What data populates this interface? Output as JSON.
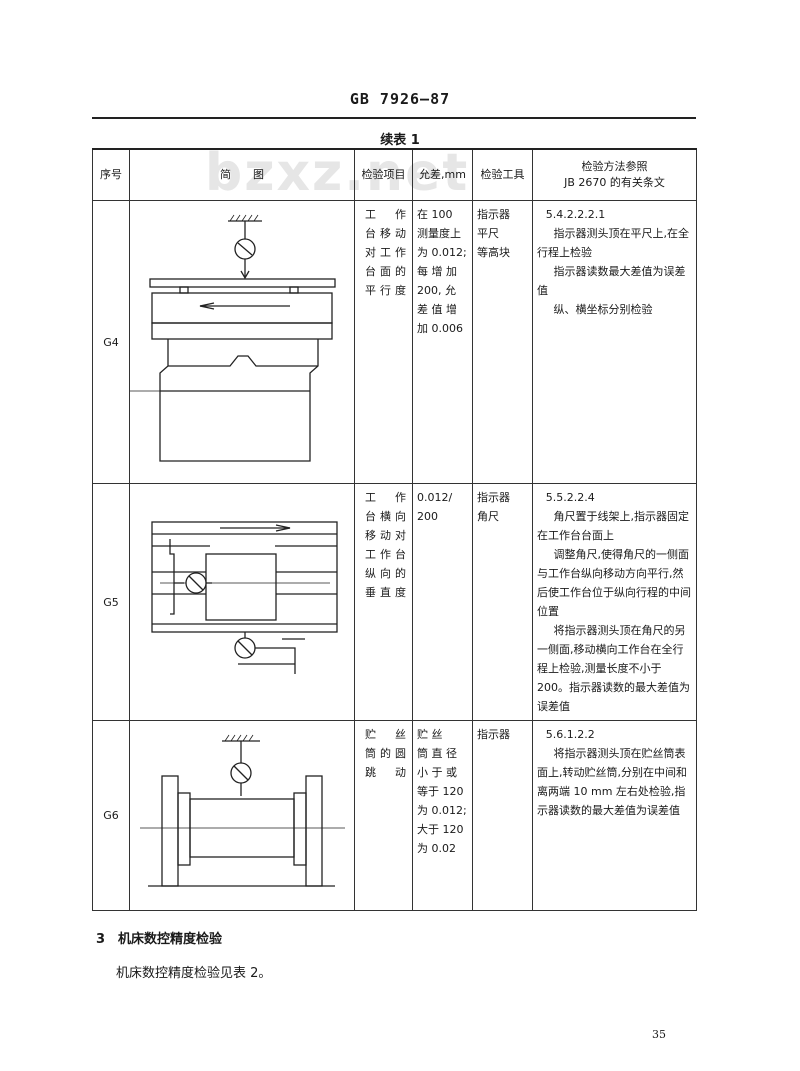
{
  "header": {
    "standard_no": "GB 7926—87"
  },
  "table": {
    "caption": "续表 1",
    "watermark": "bzxz.net",
    "columns": {
      "no": "序号",
      "figure": "简　　图",
      "item": "检验项目",
      "tolerance": "允差,mm",
      "tools": "检验工具",
      "method_line1": "检验方法参照",
      "method_line2": "JB 2670 的有关条文"
    },
    "rows": [
      {
        "no": "G4",
        "item": [
          "工 作",
          "台 移 动",
          "对 工 作",
          "台 面 的",
          "平 行 度"
        ],
        "tolerance": [
          "在 100",
          "测量度上",
          "为 0.012;",
          "每 增 加",
          "200, 允",
          "差 值 增",
          "加 0.006"
        ],
        "tools": [
          "指示器",
          "平尺",
          "等高块"
        ],
        "method": [
          "5.4.2.2.2.1",
          "指示器测头顶在平尺上,在全行程上检验",
          "指示器读数最大差值为误差值",
          "纵、横坐标分别检验"
        ]
      },
      {
        "no": "G5",
        "item": [
          "工 作",
          "台 横 向",
          "移 动 对",
          "工 作 台",
          "纵 向 的",
          "垂 直 度"
        ],
        "tolerance": [
          "0.012/",
          "200"
        ],
        "tools": [
          "指示器",
          "角尺"
        ],
        "method": [
          "5.5.2.2.4",
          "角尺置于线架上,指示器固定在工作台台面上",
          "调整角尺,使得角尺的一侧面与工作台纵向移动方向平行,然后使工作台位于纵向行程的中间位置",
          "将指示器测头顶在角尺的另一侧面,移动横向工作台在全行程上检验,测量长度不小于200。指示器读数的最大差值为误差值"
        ]
      },
      {
        "no": "G6",
        "item": [
          "贮 丝",
          "筒 的 圆",
          "跳 动"
        ],
        "tolerance": [
          "贮 丝",
          "筒 直 径",
          "小 于 或",
          "等于 120",
          "为 0.012;",
          "大于 120",
          "为 0.02"
        ],
        "tools": [
          "指示器"
        ],
        "method": [
          "5.6.1.2.2",
          "将指示器测头顶在贮丝筒表面上,转动贮丝筒,分别在中间和离两端 10 mm 左右处检验,指示器读数的最大差值为误差值"
        ]
      }
    ]
  },
  "section": {
    "heading": "3　机床数控精度检验",
    "text": "机床数控精度检验见表 2。"
  },
  "page_number": "35"
}
